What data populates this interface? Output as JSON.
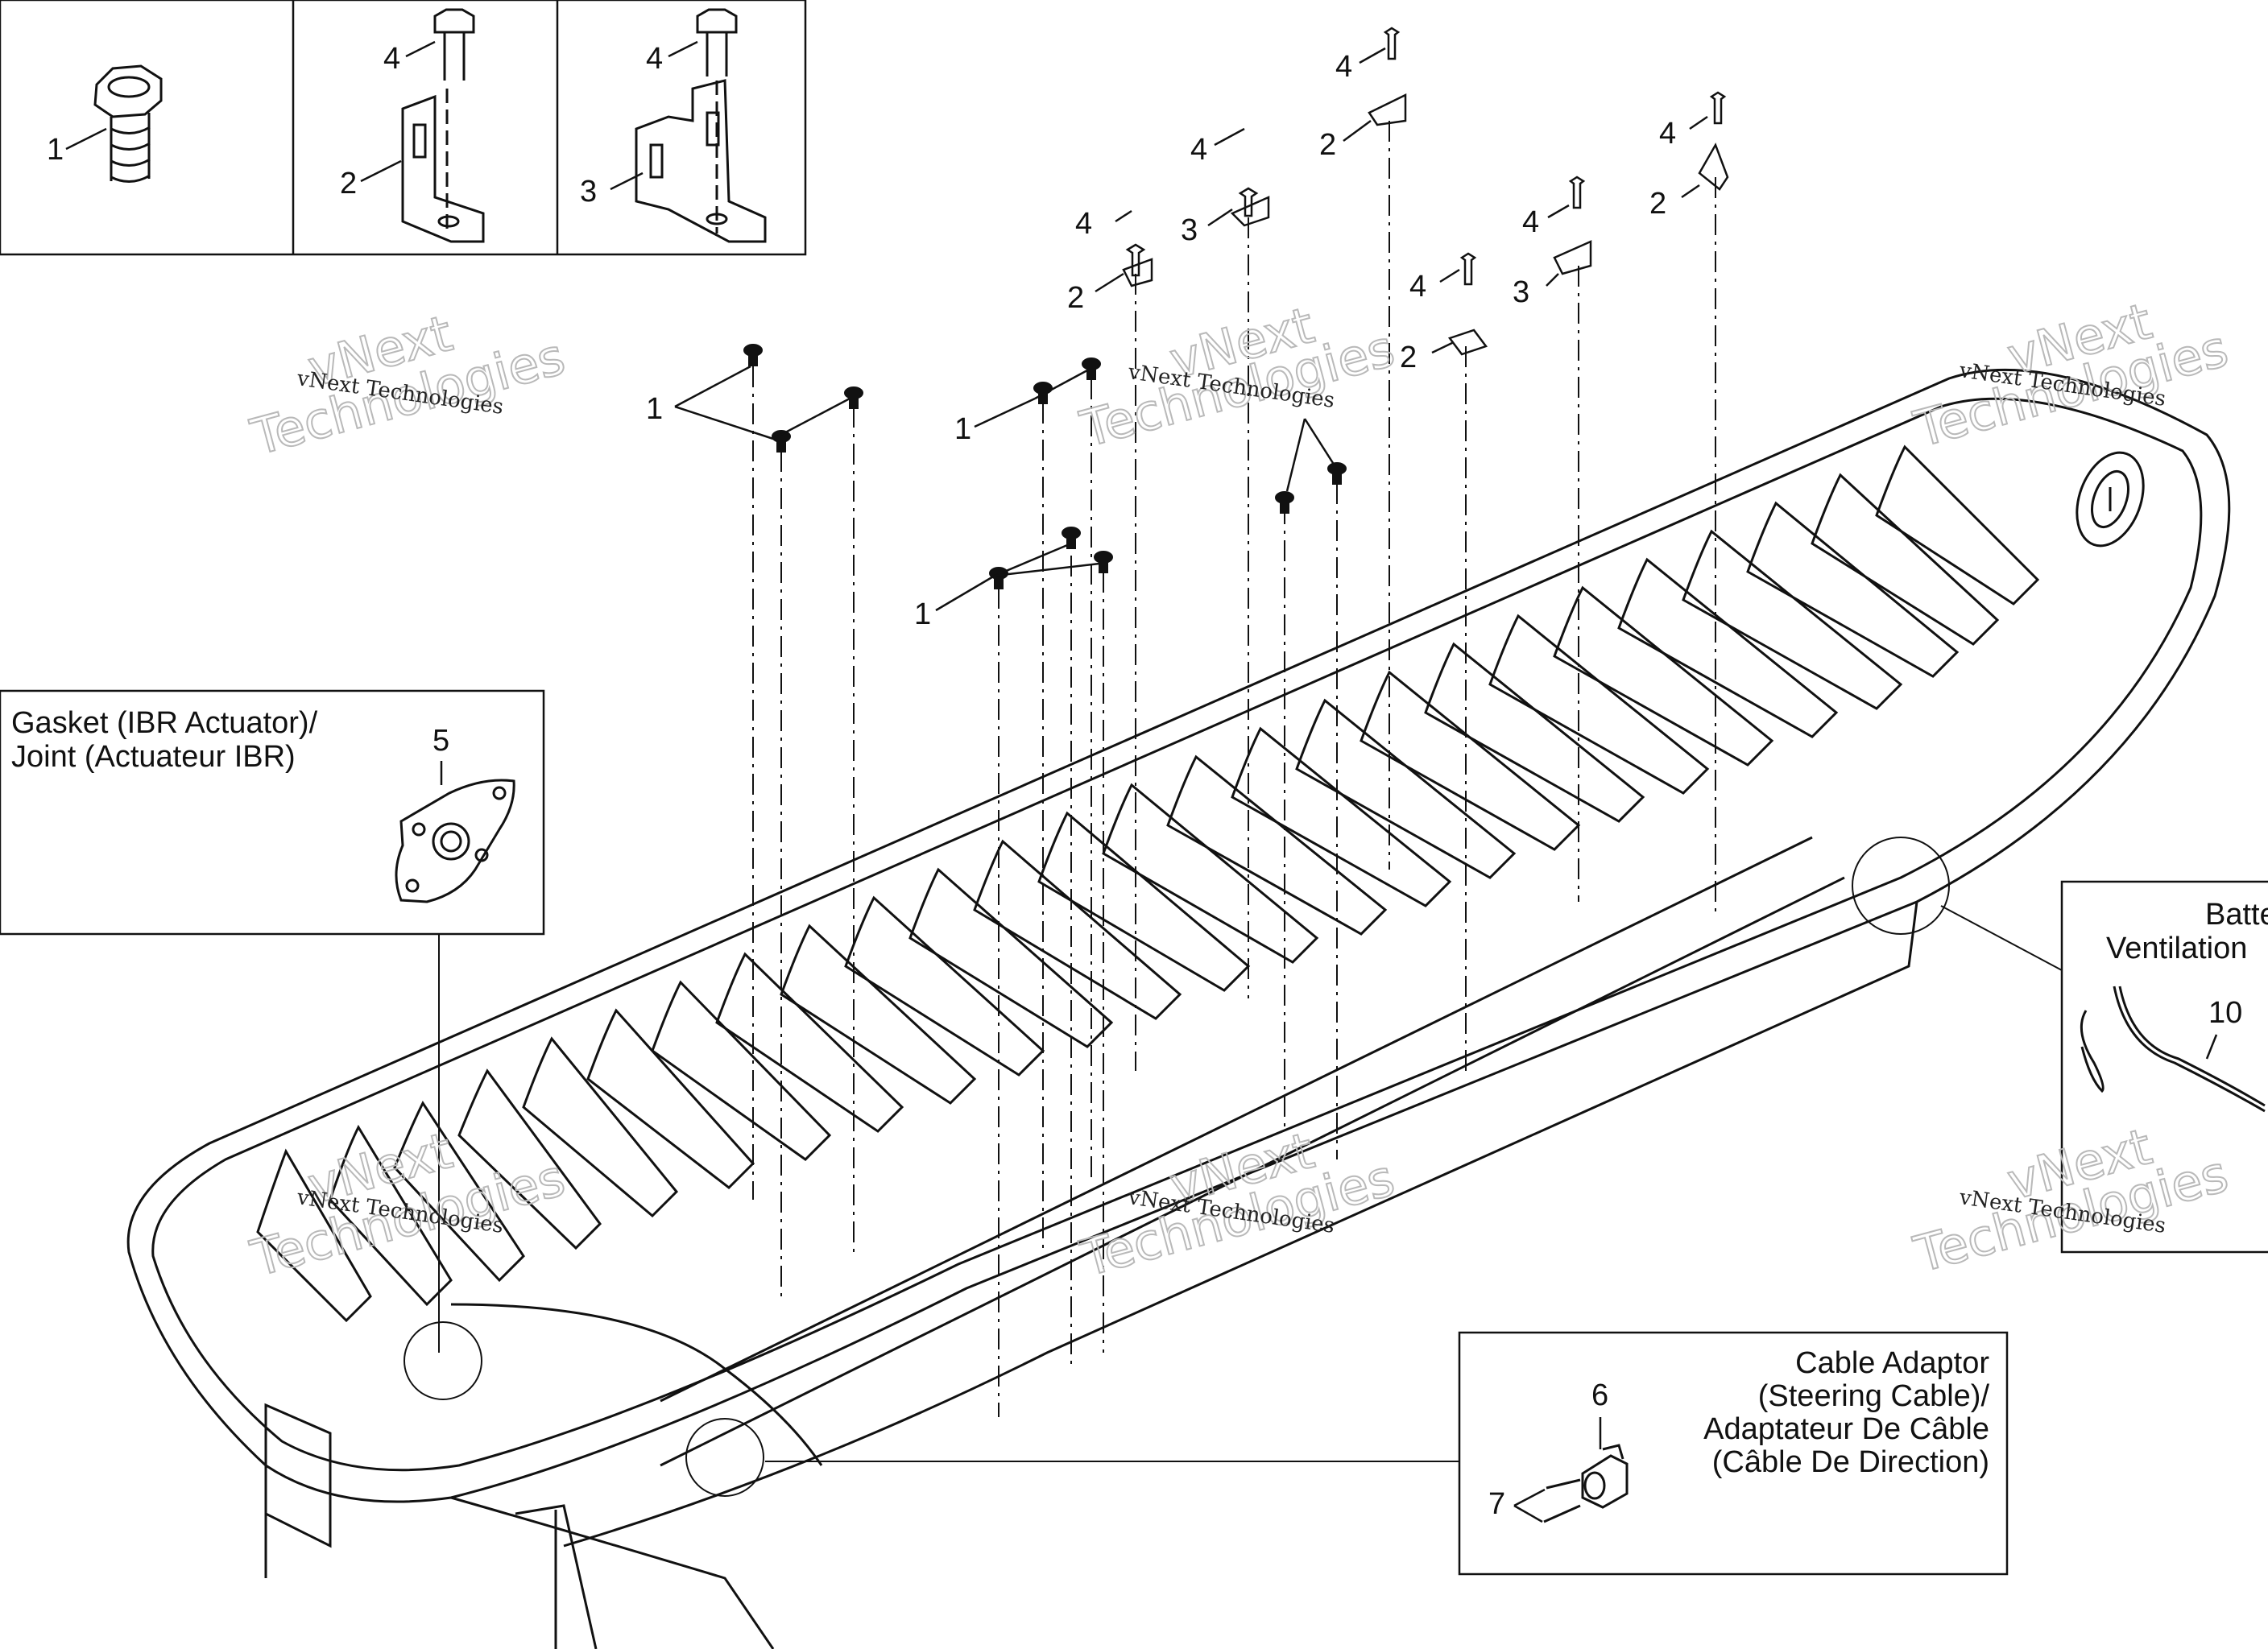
{
  "callouts": {
    "c1": "1",
    "c2": "2",
    "c3": "3",
    "c4": "4",
    "c5": "5",
    "c6": "6",
    "c7": "7",
    "c10": "10"
  },
  "gasket_box": {
    "title_line1": "Gasket (IBR Actuator)/",
    "title_line2": "Joint (Actuateur IBR)",
    "part_number": "5"
  },
  "cable_adaptor_box": {
    "title_line1": "Cable Adaptor",
    "title_line2": "(Steering Cable)/",
    "title_line3": "Adaptateur De Câble",
    "title_line4": "(Câble De Direction)",
    "part_number_adaptor": "6",
    "part_number_screw": "7"
  },
  "battery_box": {
    "title_line1": "Batte",
    "title_line2": "Ventilation",
    "part_number": "10"
  },
  "watermark": {
    "small": "vNext Technologies",
    "big_line1": "vNext",
    "big_line2": "Technologies"
  },
  "colors": {
    "line": "#111111",
    "watermark": "#b9b9b9"
  }
}
